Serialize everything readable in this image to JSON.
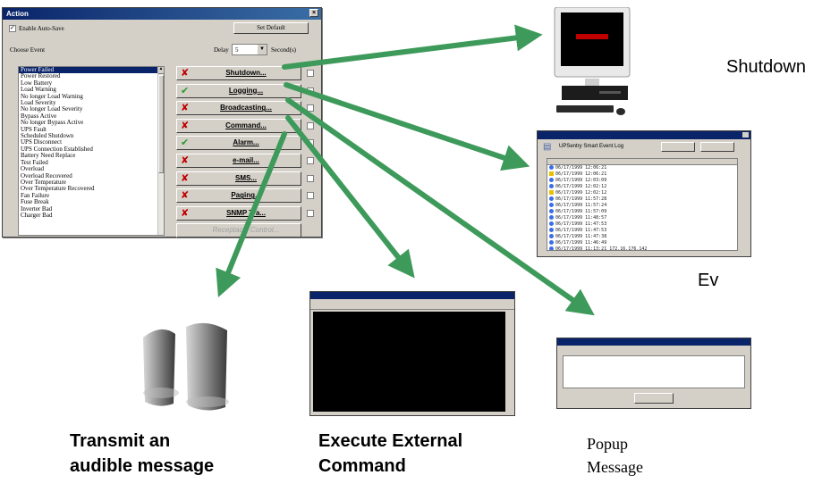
{
  "dialog": {
    "title": "Action",
    "close_glyph": "×",
    "enable_autosave": "Enable Auto-Save",
    "set_default": "Set Default",
    "choose_event": "Choose Event",
    "delay_label": "Delay",
    "delay_value": "5",
    "delay_unit": "Second(s)",
    "events": [
      "Power Failed",
      "Power Restored",
      "Low Battery",
      "Load Warning",
      "No longer Load Warning",
      "Load Severity",
      "No longer Load Severity",
      "Bypass Active",
      "No longer Bypass Active",
      "UPS Fault",
      "Scheduled Shutdown",
      "UPS Disconnect",
      "UPS Connection Established",
      "Battery Need Replace",
      "Test Failed",
      "Overload",
      "Overload Recovered",
      "Over Temperature",
      "Over Temperature Recovered",
      "Fan Failure",
      "Fuse Break",
      "Inverter Bad",
      "Charger Bad"
    ],
    "actions": [
      {
        "label": "Shutdown...",
        "mark": "x"
      },
      {
        "label": "Logging...",
        "mark": "v"
      },
      {
        "label": "Broadcasting...",
        "mark": "x"
      },
      {
        "label": "Command...",
        "mark": "x"
      },
      {
        "label": "Alarm...",
        "mark": "v"
      },
      {
        "label": "e-mail...",
        "mark": "x"
      },
      {
        "label": "SMS...",
        "mark": "x"
      },
      {
        "label": "Paging...",
        "mark": "x"
      },
      {
        "label": "SNMP Tra...",
        "mark": "x"
      },
      {
        "label": "Receptacle Control...",
        "mark": ""
      }
    ]
  },
  "event_log": {
    "title": "UPSentry Smart Event Log",
    "rows": [
      {
        "date": "06/17/1999",
        "time": "12:06:21"
      },
      {
        "date": "06/17/1999",
        "time": "12:06:21"
      },
      {
        "date": "06/17/1999",
        "time": "12:03:09"
      },
      {
        "date": "06/17/1999",
        "time": "12:02:12"
      },
      {
        "date": "06/17/1999",
        "time": "12:02:12"
      },
      {
        "date": "06/17/1999",
        "time": "11:57:28"
      },
      {
        "date": "06/17/1999",
        "time": "11:57:24"
      },
      {
        "date": "06/17/1999",
        "time": "11:57:09"
      },
      {
        "date": "06/17/1999",
        "time": "11:48:57"
      },
      {
        "date": "06/17/1999",
        "time": "11:47:53"
      },
      {
        "date": "06/17/1999",
        "time": "11:47:53"
      },
      {
        "date": "06/17/1999",
        "time": "11:47:38"
      },
      {
        "date": "06/17/1999",
        "time": "11:46:49"
      },
      {
        "date": "06/17/1999",
        "time": "11:13:21"
      }
    ],
    "row_text": "172.16.176.142"
  },
  "captions": {
    "shutdown": "Shutdown",
    "ev": "Ev",
    "transmit": "Transmit an\naudible message",
    "execute": "Execute External\nCommand",
    "popup": "Popup\nMessage"
  },
  "colors": {
    "arrow": "#3d9a5a",
    "title_bar": "#0a246a",
    "dialog_face": "#d4d0c8"
  }
}
